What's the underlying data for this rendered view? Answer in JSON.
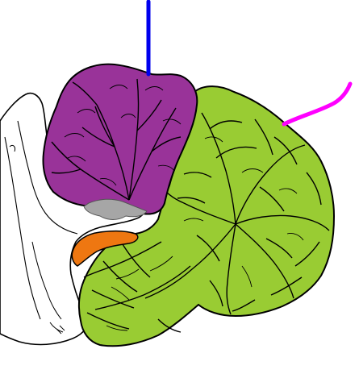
{
  "diagram": {
    "subject": "cerebellum-midsagittal-section",
    "labels": [],
    "regions": [
      {
        "id": "anterior-lobe",
        "color": "#993399"
      },
      {
        "id": "posterior-lobe",
        "color": "#99cc33"
      },
      {
        "id": "flocculonodular-lobe",
        "color": "#ee7711"
      },
      {
        "id": "fourth-ventricle-region",
        "color": "#a6a6a6"
      },
      {
        "id": "brainstem",
        "color": "#ffffff"
      }
    ],
    "pointers": [
      {
        "id": "primary-fissure-pointer",
        "color": "#0000ee"
      },
      {
        "id": "horizontal-fissure-pointer",
        "color": "#ff00ff"
      }
    ]
  }
}
